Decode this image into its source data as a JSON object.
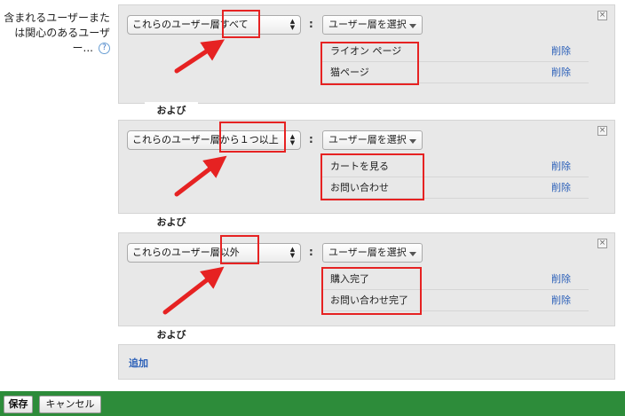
{
  "side_label": {
    "text": "含まれるユーザーまたは関心のあるユーザー...",
    "help": "?"
  },
  "groups": [
    {
      "match_select": "これらのユーザー層すべて",
      "segment_select": "ユーザー層を選択",
      "segments": [
        {
          "name": "ライオン ページ",
          "delete": "削除"
        },
        {
          "name": "猫ページ",
          "delete": "削除"
        }
      ]
    },
    {
      "match_select": "これらのユーザー層から１つ以上",
      "segment_select": "ユーザー層を選択",
      "segments": [
        {
          "name": "カートを見る",
          "delete": "削除"
        },
        {
          "name": "お問い合わせ",
          "delete": "削除"
        }
      ]
    },
    {
      "match_select": "これらのユーザー層以外",
      "segment_select": "ユーザー層を選択",
      "segments": [
        {
          "name": "購入完了",
          "delete": "削除"
        },
        {
          "name": "お問い合わせ完了",
          "delete": "削除"
        }
      ]
    }
  ],
  "and_label": "および",
  "colon": ":",
  "close_glyph": "×",
  "add_link": "追加",
  "footer": {
    "save": "保存",
    "cancel": "キャンセル"
  },
  "colors": {
    "annotation_red": "#e62222",
    "footer_green": "#2d8c3a",
    "link_blue": "#2a5fb8"
  }
}
